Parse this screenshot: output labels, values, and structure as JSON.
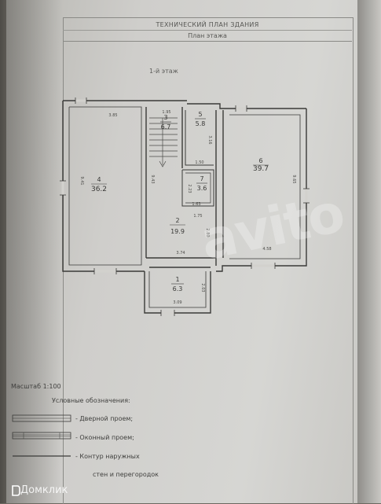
{
  "document": {
    "title": "ТЕХНИЧЕСКИЙ ПЛАН ЗДАНИЯ",
    "subtitle": "План этажа",
    "floor_label": "1-й этаж",
    "scale": "Масштаб 1:100"
  },
  "rooms": [
    {
      "number": "1",
      "area": "6.3"
    },
    {
      "number": "2",
      "area": "19.9"
    },
    {
      "number": "3",
      "area": "6.7"
    },
    {
      "number": "4",
      "area": "36.2"
    },
    {
      "number": "5",
      "area": "5.8"
    },
    {
      "number": "6",
      "area": "39.7"
    },
    {
      "number": "7",
      "area": "3.6"
    }
  ],
  "dimensions": {
    "d1": "3.85",
    "d2": "1.95",
    "d3": "3.16",
    "d4": "9.41",
    "d5": "9.43",
    "d6": "1.50",
    "d7": "2.23",
    "d8": "1.63",
    "d9": "9.65",
    "d10": "1.75",
    "d11": "2.80",
    "d12": "3.74",
    "d13": "4.58",
    "d14": "3.09",
    "d15": "2.03"
  },
  "legend": {
    "title": "Условные обозначения:",
    "items": [
      {
        "label": "- Дверной проем;"
      },
      {
        "label": "- Оконный проем;"
      },
      {
        "label": "- Контур наружных"
      },
      {
        "label": "стен и перегородок"
      }
    ]
  },
  "watermark": "avito",
  "brand": {
    "name": "Домклик",
    "icon": "domclick-logo-icon",
    "color": "#ffffff"
  }
}
